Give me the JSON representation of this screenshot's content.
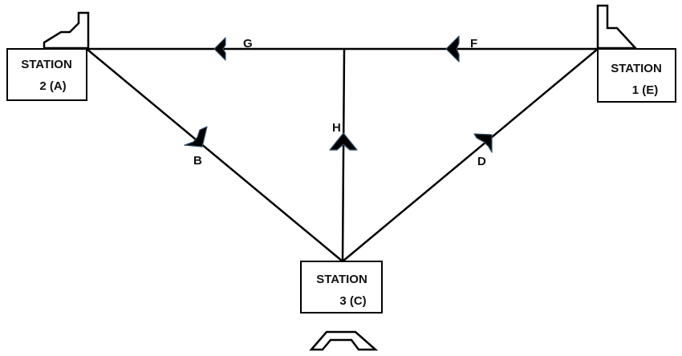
{
  "stations": [
    {
      "id": "A",
      "line1": "STATION",
      "line2": "2 (A)"
    },
    {
      "id": "E",
      "line1": "STATION",
      "line2": "1 (E)"
    },
    {
      "id": "C",
      "line1": "STATION",
      "line2": "3 (C)"
    }
  ],
  "members": [
    {
      "id": "G",
      "label": "G"
    },
    {
      "id": "F",
      "label": "F"
    },
    {
      "id": "H",
      "label": "H"
    },
    {
      "id": "B",
      "label": "B"
    },
    {
      "id": "D",
      "label": "D"
    }
  ]
}
